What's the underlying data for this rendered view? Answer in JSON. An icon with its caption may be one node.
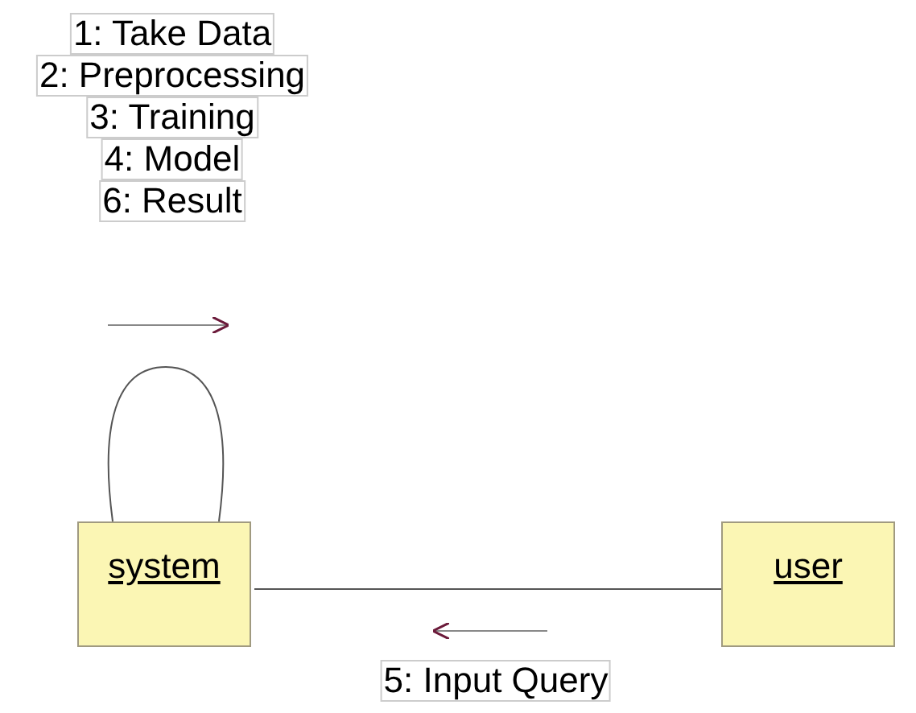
{
  "diagram": {
    "nodes": [
      {
        "text": [
          "system"
        ]
      },
      {
        "text": [
          "user"
        ]
      }
    ],
    "edges": [
      {
        "from": 0,
        "to": 0,
        "arrow": "none"
      },
      {
        "from": 0,
        "to": 1,
        "arrow": "none"
      }
    ],
    "labels": [
      "1: Take Data",
      "2: Preprocessing",
      "3: Training",
      "4: Model",
      "6: Result",
      "5: Input Query"
    ]
  }
}
